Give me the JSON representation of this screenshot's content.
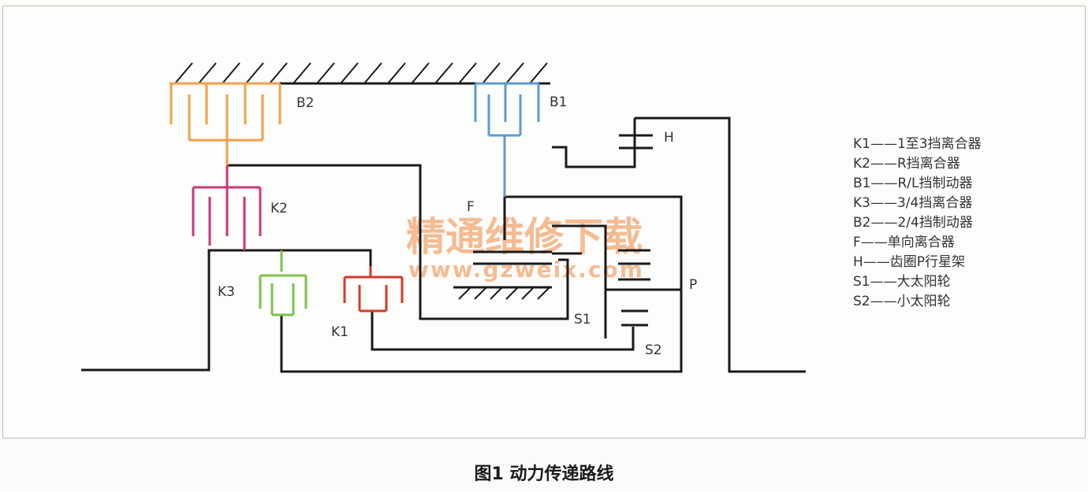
{
  "labels": {
    "b2": "B2",
    "b1": "B1",
    "h": "H",
    "k2": "K2",
    "f": "F",
    "k3": "K3",
    "k1": "K1",
    "s1": "S1",
    "s2": "S2",
    "p": "P"
  },
  "legend": [
    {
      "key": "K1",
      "text": "1至3挡离合器"
    },
    {
      "key": "K2",
      "text": "R挡离合器"
    },
    {
      "key": "B1",
      "text": "R/L挡制动器"
    },
    {
      "key": "K3",
      "text": "3/4挡离合器"
    },
    {
      "key": "B2",
      "text": "2/4挡制动器"
    },
    {
      "key": "F",
      "text": "单向离合器"
    },
    {
      "key": "H",
      "text": "齿圈P行星架"
    },
    {
      "key": "S1",
      "text": "大太阳轮"
    },
    {
      "key": "S2",
      "text": "小太阳轮"
    }
  ],
  "legend_separator": "——",
  "watermark": {
    "cn": "精通维修下载",
    "url": "www.gzweix.com"
  },
  "caption": "图1  动力传递路线",
  "colors": {
    "line": "#1a1a1a",
    "b2": "#f0a04b",
    "b1": "#5b9bd5",
    "k2": "#c8377a",
    "k3": "#7cc24b",
    "k1": "#d63a2a",
    "watermark": "#f3a670"
  }
}
